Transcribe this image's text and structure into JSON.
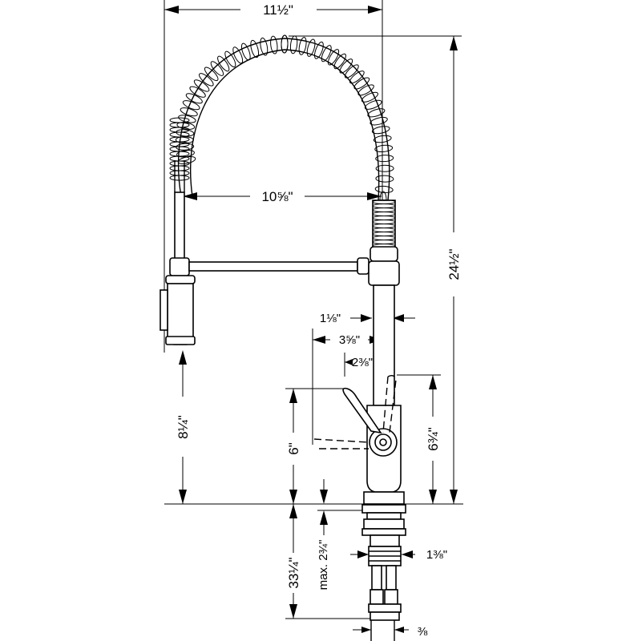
{
  "dimensions": {
    "overall_width": "11½\"",
    "spout_reach": "10⅝\"",
    "overall_height": "24½\"",
    "body_diameter_top": "1⅛\"",
    "handle_reach": "3⅝\"",
    "handle_offset": "2⅜\"",
    "spray_head_height": "8¼\"",
    "handle_height": "6\"",
    "body_height": "6¾\"",
    "supply_hose_length": "33¼\"",
    "max_deck_thickness": "max. 2¾\"",
    "shank_diameter": "1⅜\"",
    "supply_connection": "⅜"
  },
  "colors": {
    "line": "#000000",
    "background": "#ffffff"
  }
}
